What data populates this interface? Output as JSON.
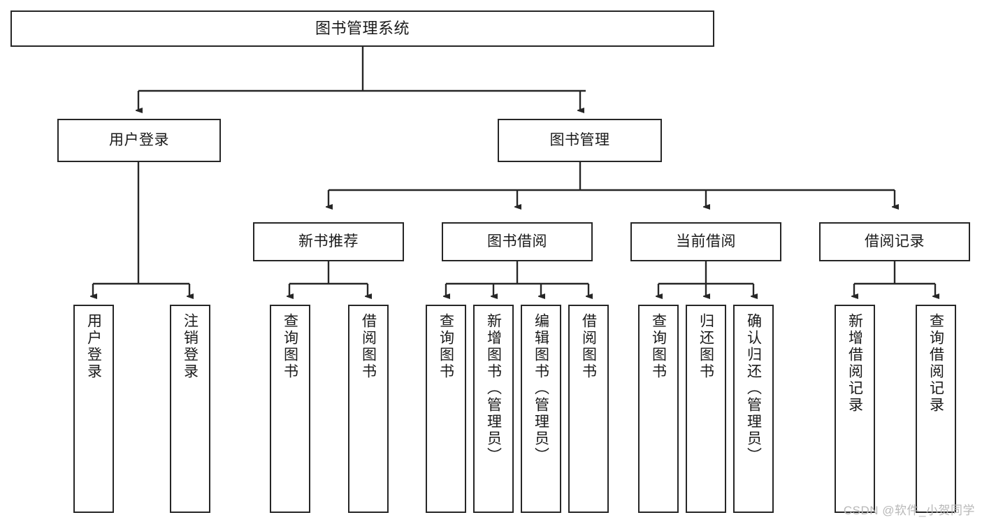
{
  "diagram": {
    "title": "图书管理系统",
    "type": "tree-hierarchy",
    "nodes": {
      "root": {
        "label": "图书管理系统"
      },
      "level2": [
        {
          "id": "user-login",
          "label": "用户登录"
        },
        {
          "id": "book-management",
          "label": "图书管理"
        }
      ],
      "level3": [
        {
          "id": "new-book-recommend",
          "label": "新书推荐"
        },
        {
          "id": "book-borrow",
          "label": "图书借阅"
        },
        {
          "id": "current-borrow",
          "label": "当前借阅"
        },
        {
          "id": "borrow-record",
          "label": "借阅记录"
        }
      ],
      "leaves": {
        "user_login": [
          {
            "id": "leaf-user-login",
            "label": "用户登录"
          },
          {
            "id": "leaf-logout-login",
            "label": "注销登录"
          }
        ],
        "new_book_recommend": [
          {
            "id": "leaf-query-books-1",
            "label": "查询图书"
          },
          {
            "id": "leaf-borrow-books-1",
            "label": "借阅图书"
          }
        ],
        "book_borrow": [
          {
            "id": "leaf-query-books-2",
            "label": "查询图书"
          },
          {
            "id": "leaf-add-book",
            "label": "新增图书（管理员）"
          },
          {
            "id": "leaf-edit-book",
            "label": "编辑图书（管理员）"
          },
          {
            "id": "leaf-borrow-books-2",
            "label": "借阅图书"
          }
        ],
        "current_borrow": [
          {
            "id": "leaf-query-books-3",
            "label": "查询图书"
          },
          {
            "id": "leaf-return-book",
            "label": "归还图书"
          },
          {
            "id": "leaf-confirm-return",
            "label": "确认归还（管理员）"
          }
        ],
        "borrow_record": [
          {
            "id": "leaf-add-record",
            "label": "新增借阅记录"
          },
          {
            "id": "leaf-query-record",
            "label": "查询借阅记录"
          }
        ]
      }
    },
    "colors": {
      "stroke": "#262626",
      "fill": "#ffffff",
      "text": "#1a1a1a",
      "watermark": "#b8b8b8"
    }
  },
  "watermark": {
    "text": "CSDN @软件_小贺同学"
  }
}
